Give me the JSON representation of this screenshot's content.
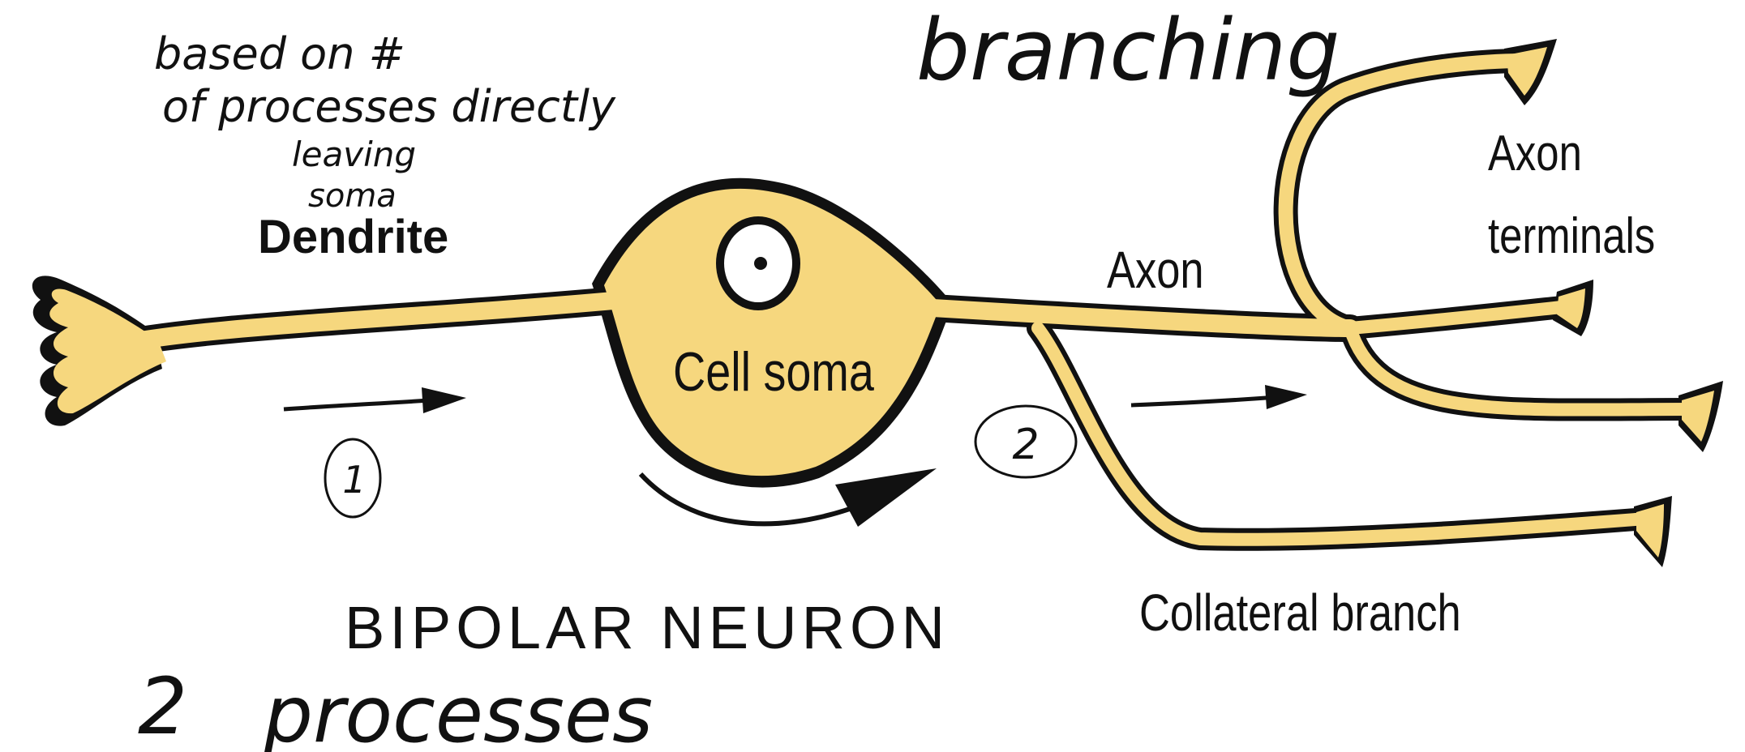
{
  "colors": {
    "neuron_fill": "#F6D77E",
    "outline": "#111111",
    "background": "#FFFFFF"
  },
  "labels": {
    "dendrite": "Dendrite",
    "cell_soma": "Cell soma",
    "axon": "Axon",
    "axon_terminals_line1": "Axon",
    "axon_terminals_line2": "terminals",
    "collateral_branch": "Collateral branch",
    "title": "BIPOLAR NEURON"
  },
  "annotations": {
    "note_line1": "based on #",
    "note_line2": "of processes directly",
    "note_line3": "leaving",
    "note_line4": "soma",
    "branching": "branching",
    "circled_one": "1",
    "circled_two": "2",
    "processes_count": "2",
    "processes_word": "processes"
  },
  "icons": [
    "arrow-right-icon",
    "curved-arrow-icon"
  ]
}
